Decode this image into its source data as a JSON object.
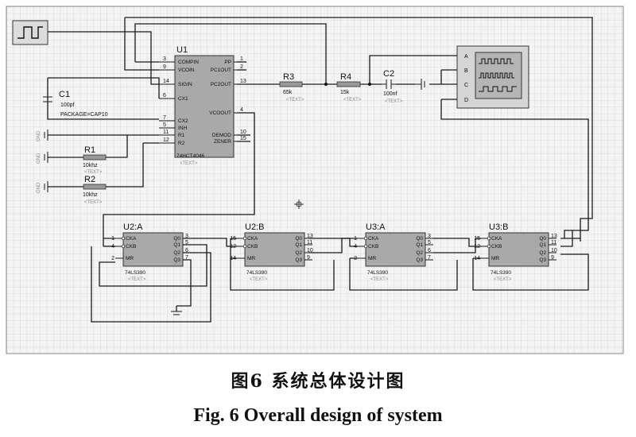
{
  "caption": {
    "cn": "图6  系统总体设计图",
    "en": "Fig. 6  Overall design of system"
  },
  "u1": {
    "name": "U1",
    "part": "74HCT4046",
    "text": "<TEXT>",
    "left_pins": [
      {
        "num": "3",
        "label": "COMPIN"
      },
      {
        "num": "9",
        "label": "VCOIN"
      },
      {
        "num": "14",
        "label": "SIGIN"
      },
      {
        "num": "6",
        "label": "CX1"
      },
      {
        "num": "7",
        "label": "CX2"
      },
      {
        "num": "5",
        "label": "INH"
      },
      {
        "num": "11",
        "label": "R1"
      },
      {
        "num": "12",
        "label": "R2"
      }
    ],
    "right_pins": [
      {
        "num": "1",
        "label": "PP"
      },
      {
        "num": "2",
        "label": "PC1OUT"
      },
      {
        "num": "13",
        "label": "PC2OUT"
      },
      {
        "num": "4",
        "label": "VCOOUT"
      },
      {
        "num": "10",
        "label": "DEMOD"
      },
      {
        "num": "15",
        "label": "ZENER"
      }
    ]
  },
  "c1": {
    "name": "C1",
    "value": "100pf",
    "package": "PACKAGE=CAP10"
  },
  "r1": {
    "name": "R1",
    "value": "10khz",
    "text": "<TEXT>"
  },
  "r2": {
    "name": "R2",
    "value": "10khz",
    "text": "<TEXT>"
  },
  "r3": {
    "name": "R3",
    "value": "65k",
    "text": "<TEXT>"
  },
  "r4": {
    "name": "R4",
    "value": "15k",
    "text": "<TEXT>"
  },
  "c2": {
    "name": "C2",
    "value": "100nf",
    "text": "<TEXT>"
  },
  "gnd_label": "GND",
  "scope": {
    "channels": [
      "A",
      "B",
      "C",
      "D"
    ]
  },
  "counters": [
    {
      "name": "U2:A",
      "part": "74LS390",
      "text": "<TEXT>",
      "in_pins": [
        "1",
        "4",
        "2"
      ],
      "out_pins": [
        "3",
        "5",
        "6",
        "7"
      ]
    },
    {
      "name": "U2:B",
      "part": "74LS390",
      "text": "<TEXT>",
      "in_pins": [
        "15",
        "12",
        "14"
      ],
      "out_pins": [
        "13",
        "11",
        "10",
        "9"
      ]
    },
    {
      "name": "U3:A",
      "part": "74LS390",
      "text": "<TEXT>",
      "in_pins": [
        "1",
        "4",
        "2"
      ],
      "out_pins": [
        "3",
        "5",
        "6",
        "7"
      ]
    },
    {
      "name": "U3:B",
      "part": "74LS390",
      "text": "<TEXT>",
      "in_pins": [
        "15",
        "12",
        "14"
      ],
      "out_pins": [
        "13",
        "11",
        "10",
        "9"
      ]
    }
  ],
  "counter_pin_labels": {
    "left": [
      "CKA",
      "CKB",
      "MR"
    ],
    "right": [
      "Q0",
      "Q1",
      "Q2",
      "Q3"
    ]
  },
  "colors": {
    "chip_fill": "#a9a9a9",
    "grid_line": "#c8c8c8",
    "background": "#f2f2f2"
  }
}
